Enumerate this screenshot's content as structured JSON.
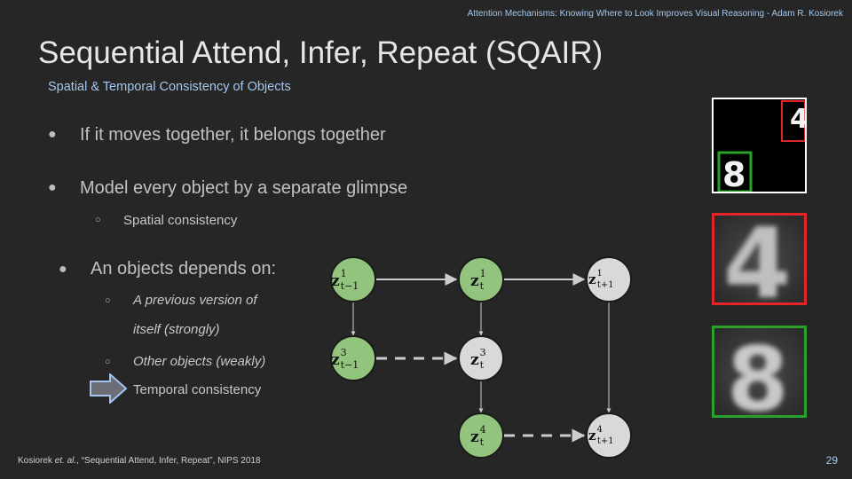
{
  "header": {
    "running_title": "Attention Mechanisms: Knowing Where to Look Improves Visual Reasoning - Adam R. Kosiorek"
  },
  "title": "Sequential Attend, Infer, Repeat (SQAIR)",
  "subtitle": "Spatial & Temporal Consistency of Objects",
  "bullets": {
    "b1": "If it moves together, it belongs together",
    "b2": "Model every object by a separate glimpse",
    "b2_sub1": "Spatial consistency",
    "b3": "An objects depends on:",
    "b3_sub1_line1": "A previous version of",
    "b3_sub1_line2": "itself (strongly)",
    "b3_sub2": "Other objects (weakly)",
    "b3_sub3": "Temporal consistency",
    "marker_dot": "●",
    "marker_ring": "○"
  },
  "diagram": {
    "nodes": {
      "n1": {
        "base": "z",
        "sup": "1",
        "sub": "t−1"
      },
      "n2": {
        "base": "z",
        "sup": "1",
        "sub": "t"
      },
      "n3": {
        "base": "z",
        "sup": "1",
        "sub": "t+1"
      },
      "n4": {
        "base": "z",
        "sup": "3",
        "sub": "t−1"
      },
      "n5": {
        "base": "z",
        "sup": "3",
        "sub": "t"
      },
      "n6": {
        "base": "z",
        "sup": "4",
        "sub": "t"
      },
      "n7": {
        "base": "z",
        "sup": "4",
        "sub": "t+1"
      }
    },
    "colors": {
      "green": "#93c47d",
      "gray": "#d9d9d9",
      "edge": "#cccccc"
    }
  },
  "images": {
    "frame_color_red": "#e02626",
    "frame_color_green": "#2aa12a",
    "digit_top_right": "4",
    "digit_bottom_left": "8",
    "glimpse_red_digit": "4",
    "glimpse_green_digit": "8"
  },
  "footer": {
    "citation_prefix": "Kosiorek ",
    "citation_etal": "et. al.",
    "citation_rest": ", “Sequential Attend, Infer, Repeat”, NIPS  2018",
    "page_number": "29"
  }
}
